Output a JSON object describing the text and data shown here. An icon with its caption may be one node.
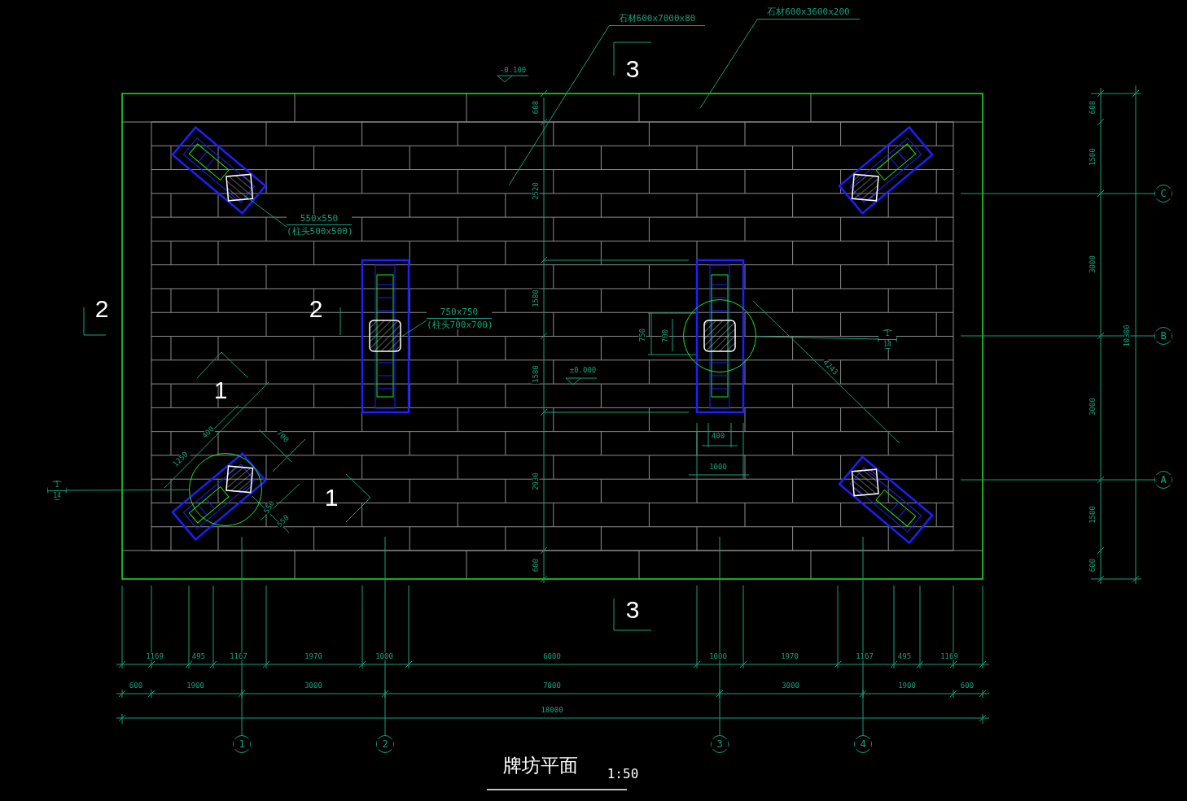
{
  "diagram": {
    "title": "牌坊平面",
    "nodes": [
      {
        "text": [
          "石材600x7000x80"
        ]
      },
      {
        "text": [
          "石材600x3600x200"
        ]
      },
      {
        "text": [
          "550x550",
          "(柱头500x500)"
        ]
      },
      {
        "text": [
          "750x750",
          "(柱头700x700)"
        ]
      },
      {
        "text": [
          "1",
          "14"
        ]
      },
      {
        "text": [
          "1"
        ]
      },
      {
        "text": [
          "2"
        ]
      },
      {
        "text": [
          "3"
        ]
      },
      {
        "text": [
          "4"
        ]
      },
      {
        "text": [
          "C"
        ]
      },
      {
        "text": [
          "B"
        ]
      },
      {
        "text": [
          "A"
        ]
      },
      {
        "text": [
          "1",
          "14"
        ]
      },
      {
        "text": [],
        "shape": "circle"
      },
      {
        "text": [],
        "shape": "circle"
      }
    ],
    "edges": [
      {
        "from": 0,
        "to": null,
        "arrow": "none"
      },
      {
        "from": 1,
        "to": null,
        "arrow": "none"
      },
      {
        "from": 2,
        "to": null,
        "arrow": "none"
      },
      {
        "from": 3,
        "to": null,
        "arrow": "none"
      },
      {
        "from": 4,
        "to": 13,
        "arrow": "none"
      },
      {
        "from": 12,
        "to": 14,
        "arrow": "none"
      }
    ],
    "labels": [
      "-0.100",
      "3",
      "608",
      "608",
      "1500",
      "2520",
      "3000",
      "1580",
      "2",
      "2",
      "750",
      "700",
      "10300",
      "±0.000",
      "1580",
      "4243",
      "1",
      "3000",
      "400",
      "700",
      "400",
      "1250",
      "1000",
      "2930",
      "1",
      "550",
      "550",
      "1500",
      "600",
      "600",
      "3",
      "1169",
      "495",
      "1167",
      "1970",
      "1000",
      "6000",
      "1000",
      "1970",
      "1167",
      "495",
      "1169",
      "600",
      "1900",
      "3000",
      "7000",
      "3000",
      "1900",
      "600",
      "18000",
      "1:50"
    ]
  }
}
